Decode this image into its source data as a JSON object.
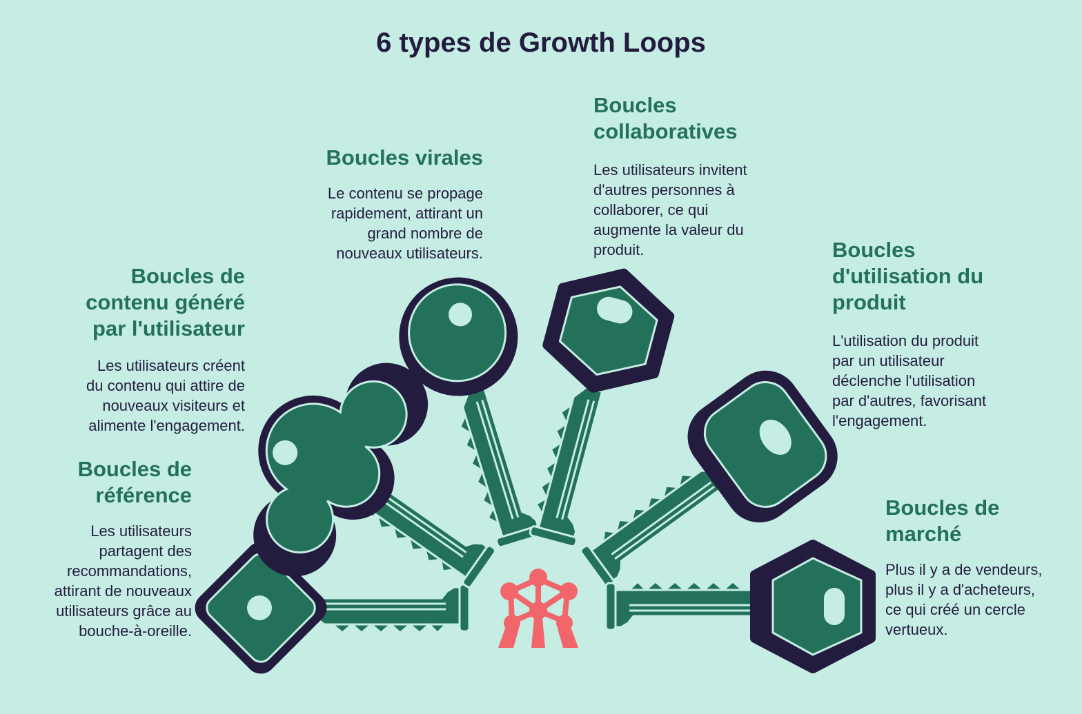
{
  "title": "6 types de Growth Loops",
  "colors": {
    "background": "#c6ede3",
    "heading": "#23715a",
    "text": "#231c3f",
    "key_fill": "#23715a",
    "key_border": "#231c3f",
    "center_icon": "#f0666a"
  },
  "center_icon": "atomium-icon",
  "loops": [
    {
      "id": "reference",
      "title": "Boucles de\nréférence",
      "text": "Les utilisateurs\npartagent des\nrecommandations,\nattirant de nouveaux\nutilisateurs grâce au\nbouche-à-oreille."
    },
    {
      "id": "ugc",
      "title": "Boucles de\ncontenu généré\npar l'utilisateur",
      "text": "Les utilisateurs créent\ndu contenu qui attire de\nnouveaux visiteurs et\nalimente l'engagement."
    },
    {
      "id": "viral",
      "title": "Boucles virales",
      "text": "Le contenu se propage\nrapidement, attirant un\ngrand nombre de\nnouveaux utilisateurs."
    },
    {
      "id": "collab",
      "title": "Boucles\ncollaboratives",
      "text": "Les utilisateurs invitent\nd'autres personnes à\ncollaborer, ce qui\naugmente la valeur du\nproduit."
    },
    {
      "id": "usage",
      "title": "Boucles\nd'utilisation du\nproduit",
      "text": "L'utilisation du produit\npar un utilisateur\ndéclenche l'utilisation\npar d'autres, favorisant\nl'engagement."
    },
    {
      "id": "market",
      "title": "Boucles de\nmarché",
      "text": "Plus il y a de vendeurs,\nplus il y a d'acheteurs,\nce qui créé un cercle\nvertueux."
    }
  ]
}
